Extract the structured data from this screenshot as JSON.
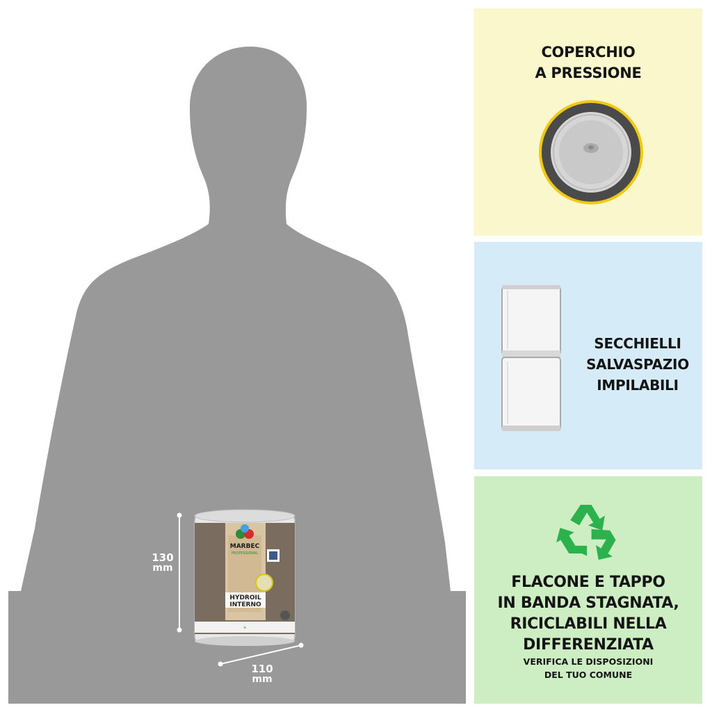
{
  "product": {
    "brand": "MARBEC",
    "brand_sub": "PROFESSIONAL",
    "name_line1": "HYDROIL",
    "name_line2": "INTERNO"
  },
  "dimensions": {
    "height_value": "130",
    "height_unit": "mm",
    "width_value": "110",
    "width_unit": "mm"
  },
  "panels": {
    "lid": {
      "title_lines": [
        "COPERCHIO",
        "A PRESSIONE"
      ],
      "icon": "pressure-lid-icon"
    },
    "stack": {
      "title_lines": [
        "SECCHIELLI",
        "SALVASPAZIO",
        "IMPILABILI"
      ],
      "icon": "stacked-cans-icon"
    },
    "recycle": {
      "title_lines": [
        "FLACONE E TAPPO",
        "IN BANDA STAGNATA,",
        "RICICLABILI NELLA",
        "DIFFERENZIATA"
      ],
      "note_lines": [
        "VERIFICA LE DISPOSIZIONI",
        "DEL TUO COMUNE"
      ],
      "icon": "recycle-icon",
      "icon_color": "#2bb24c"
    }
  },
  "colors": {
    "silhouette": "#999999",
    "lid_panel": "#fbf7cc",
    "stack_panel": "#d5ebf8",
    "recycle_panel": "#cdeec2"
  }
}
